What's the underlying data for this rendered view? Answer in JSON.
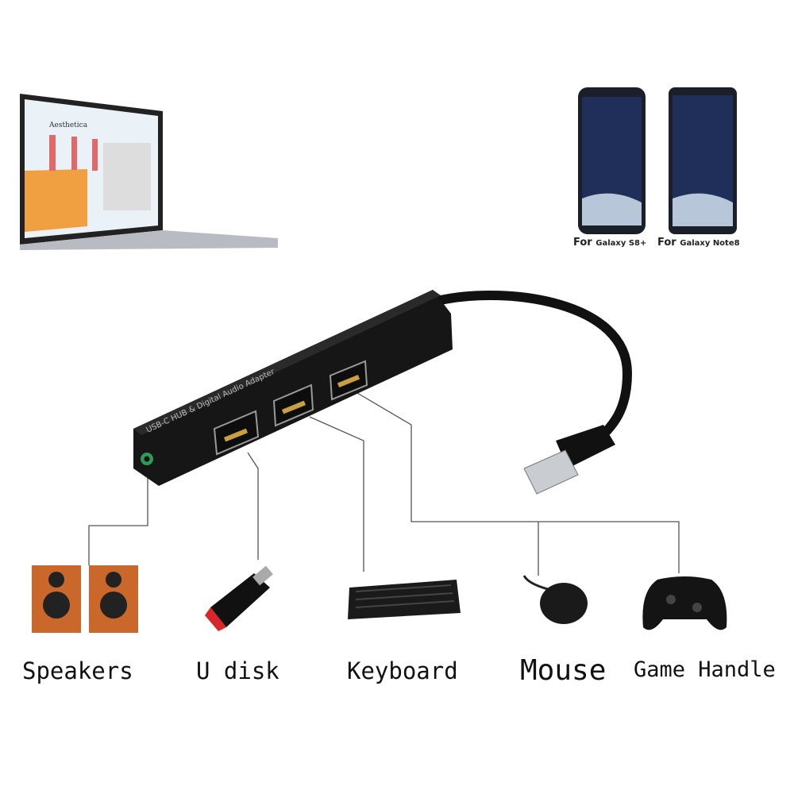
{
  "product": {
    "hub_print": "USB-C HUB & Digital Audio Adapter",
    "laptop_screen_title": "Aesthetica"
  },
  "phones": [
    {
      "prefix": "For",
      "model": "Galaxy S8+"
    },
    {
      "prefix": "For",
      "model": "Galaxy Note8"
    }
  ],
  "devices": [
    {
      "label": "Speakers",
      "icon": "speakers-icon"
    },
    {
      "label": "U disk",
      "icon": "usb-flash-drive-icon"
    },
    {
      "label": "Keyboard",
      "icon": "keyboard-icon"
    },
    {
      "label": "Mouse",
      "icon": "mouse-icon"
    },
    {
      "label": "Game Handle",
      "icon": "gamepad-icon"
    }
  ],
  "colors": {
    "hub": "#161616",
    "audio_jack": "#2e9a5a",
    "line": "#555555"
  }
}
